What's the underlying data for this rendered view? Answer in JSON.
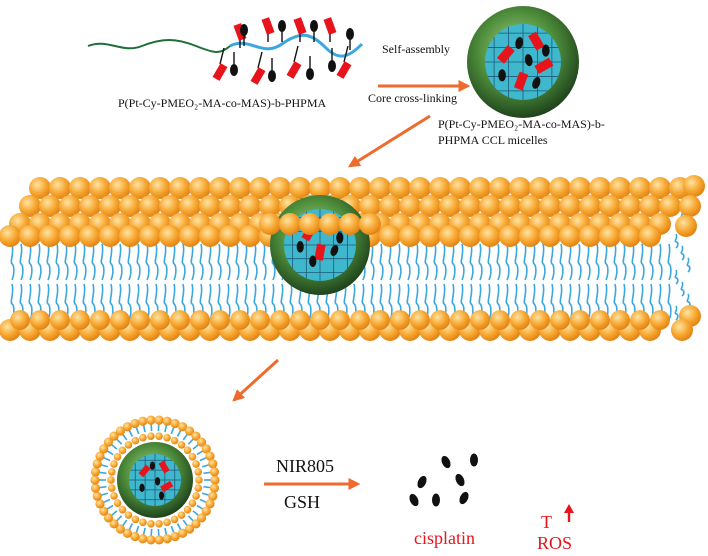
{
  "polymer": {
    "name": "P(Pt-Cy-PMEO₂-MA-co-MAS)-b-PHPMA"
  },
  "step1": {
    "line1": "Self-assembly",
    "line2": "Core cross-linking"
  },
  "micelle": {
    "name_line1": "P(Pt-Cy-PMEO₂-MA-co-MAS)-b-",
    "name_line2": "PHPMA CCL micelles"
  },
  "step2": {
    "above": "NIR805",
    "below": "GSH"
  },
  "products": {
    "drug": "cisplatin",
    "temp": "T",
    "ros": "ROS"
  },
  "colors": {
    "lipid_head": "#f5a623",
    "lipid_tail": "#3ba7e0",
    "arrow": "#ee6a2d",
    "shell": "#2f6b2f",
    "core": "#3fb7cc",
    "drug_marker": "#e8141b",
    "pt_marker": "#111111",
    "label_red": "#e8141b"
  },
  "icons": {
    "increase": "up-arrow-icon"
  }
}
